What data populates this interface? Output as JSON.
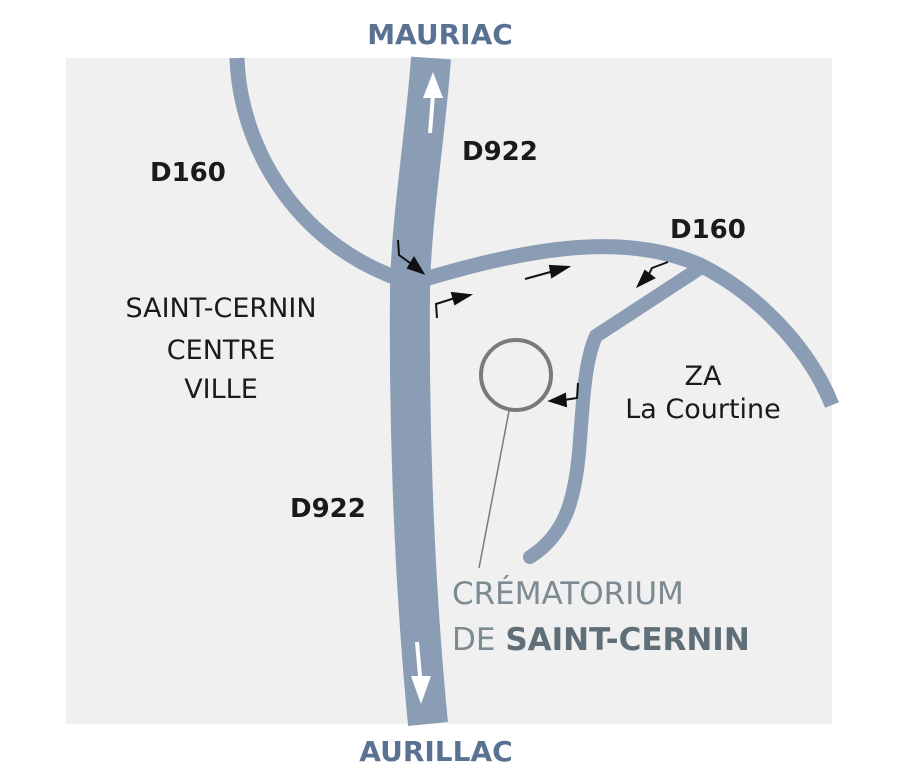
{
  "destinations": {
    "north": "MAURIAC",
    "south": "AURILLAC"
  },
  "roads": {
    "d922_north": "D922",
    "d922_south": "D922",
    "d160_west": "D160",
    "d160_east": "D160"
  },
  "places": {
    "town_line1": "SAINT-CERNIN",
    "town_line2": "CENTRE",
    "town_line3": "VILLE",
    "zone_line1": "ZA",
    "zone_line2": "La Courtine"
  },
  "crematorium": {
    "line1": "CRÉMATORIUM",
    "line2_prefix": "DE ",
    "line2_name": "SAINT-CERNIN"
  },
  "colors": {
    "background": "#f0f0f0",
    "road": "#8a9db5",
    "destination_text": "#5a7291",
    "marker": "#7a7a7a"
  }
}
